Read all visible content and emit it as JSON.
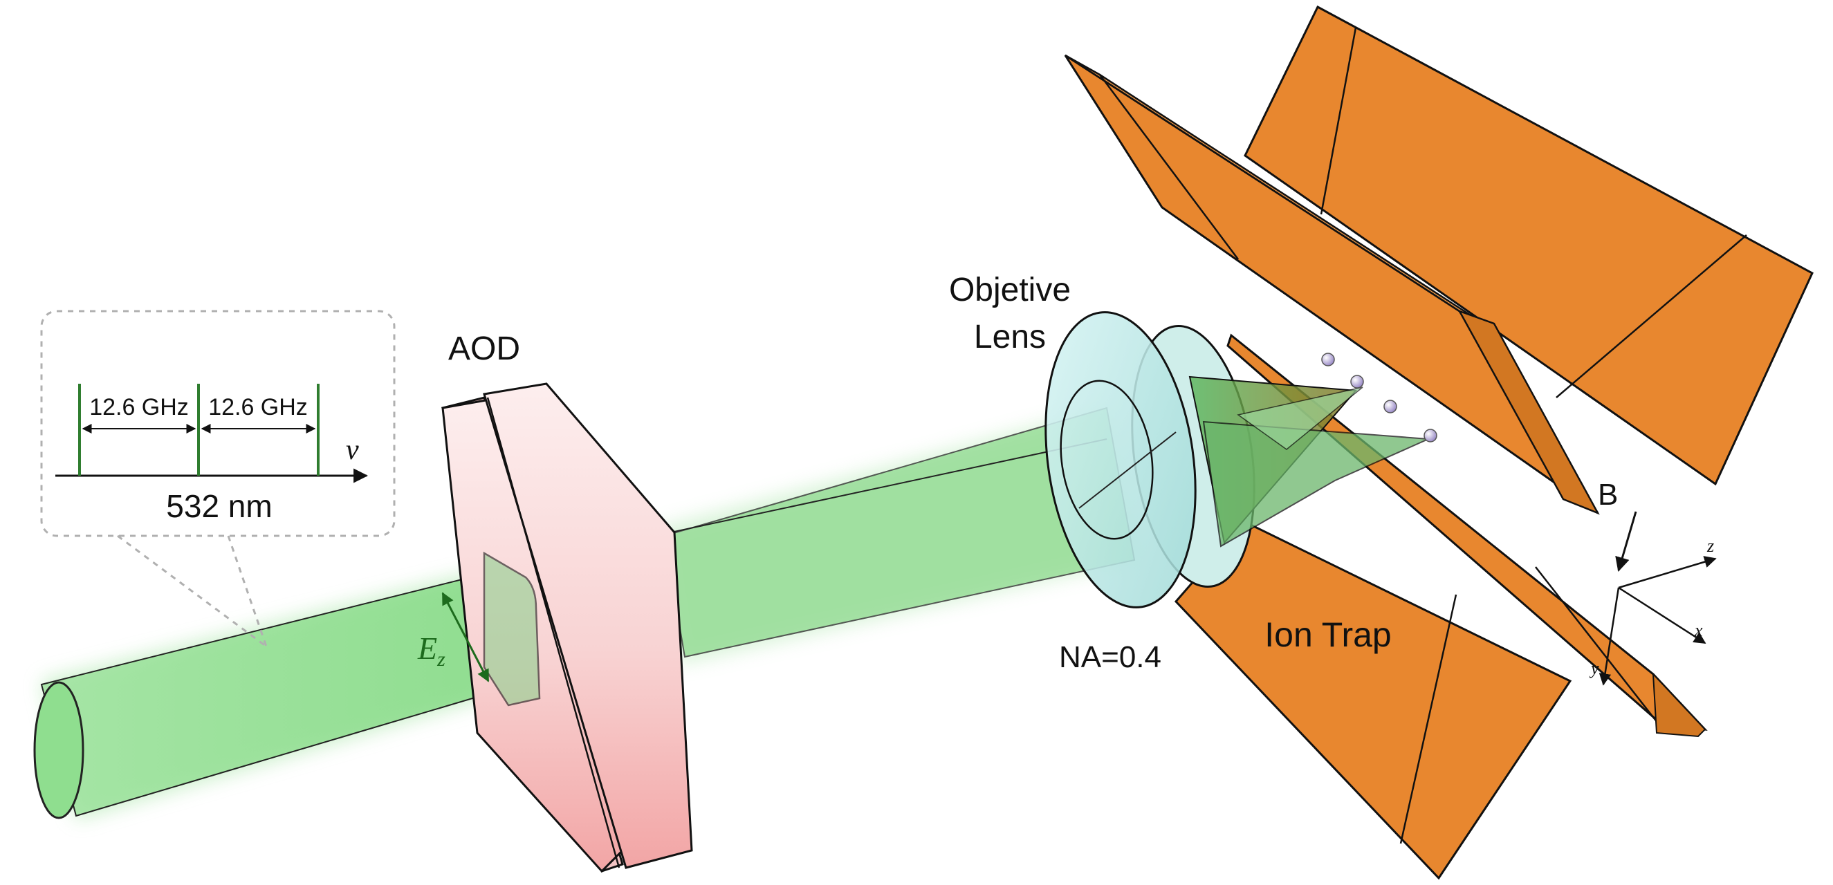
{
  "labels": {
    "aod": "AOD",
    "objective_line1": "Objetive",
    "objective_line2": "Lens",
    "na": "NA=0.4",
    "ion_trap": "Ion Trap",
    "b_field": "B",
    "wavelength": "532 nm",
    "freq_spacing_1": "12.6 GHz",
    "freq_spacing_2": "12.6 GHz",
    "freq_axis": "ν",
    "field_symbol": "E",
    "field_subscript": "z",
    "axis_z": "z",
    "axis_x": "x",
    "axis_y": "y"
  },
  "colors": {
    "beam": "#7ed87e",
    "beam_dark": "#2e8b2e",
    "electrode": "#e8872f",
    "electrode_dark": "#c96f1e",
    "aod_pink": "#f4b3b3",
    "lens": "#bfe9e9",
    "ion": "#b7a6d6",
    "spectrum_line": "#2f7d2f",
    "callout_border": "#b0b0b0"
  },
  "ions": {
    "count": 4
  }
}
